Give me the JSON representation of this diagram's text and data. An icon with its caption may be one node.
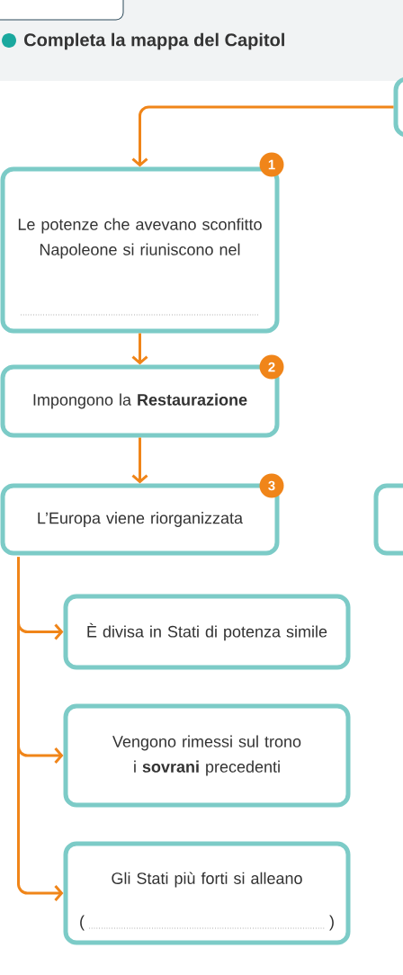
{
  "diagram": {
    "title": "Completa la mappa del Capitol",
    "nodes": [
      {
        "text": [],
        "shape": "box"
      },
      {
        "text": [
          "Le potenze che avevano sconfitto Napoleone si riuniscono nel"
        ],
        "beside": [
          "1"
        ]
      },
      {
        "text": [
          "Impongono la **Restaurazione**"
        ],
        "beside": [
          "2"
        ]
      },
      {
        "text": [
          "L’Europa viene riorganizzata"
        ],
        "beside": [
          "3"
        ]
      },
      {
        "text": [],
        "shape": "box"
      },
      {
        "text": [
          "È divisa in Stati di potenza simile"
        ]
      },
      {
        "text": [
          "Vengono rimessi sul trono i **sovrani** precedenti"
        ]
      },
      {
        "text": [
          "Gli Stati più forti si alleano",
          "(",
          ")"
        ]
      }
    ],
    "edges": [
      {
        "from": 0,
        "to": 1,
        "arrow": "to"
      },
      {
        "from": 1,
        "to": 2,
        "arrow": "to"
      },
      {
        "from": 2,
        "to": 3,
        "arrow": "to"
      },
      {
        "from": 3,
        "to": 5,
        "arrow": "to"
      },
      {
        "from": 3,
        "to": 6,
        "arrow": "to"
      },
      {
        "from": 3,
        "to": 7,
        "arrow": "to"
      }
    ]
  }
}
